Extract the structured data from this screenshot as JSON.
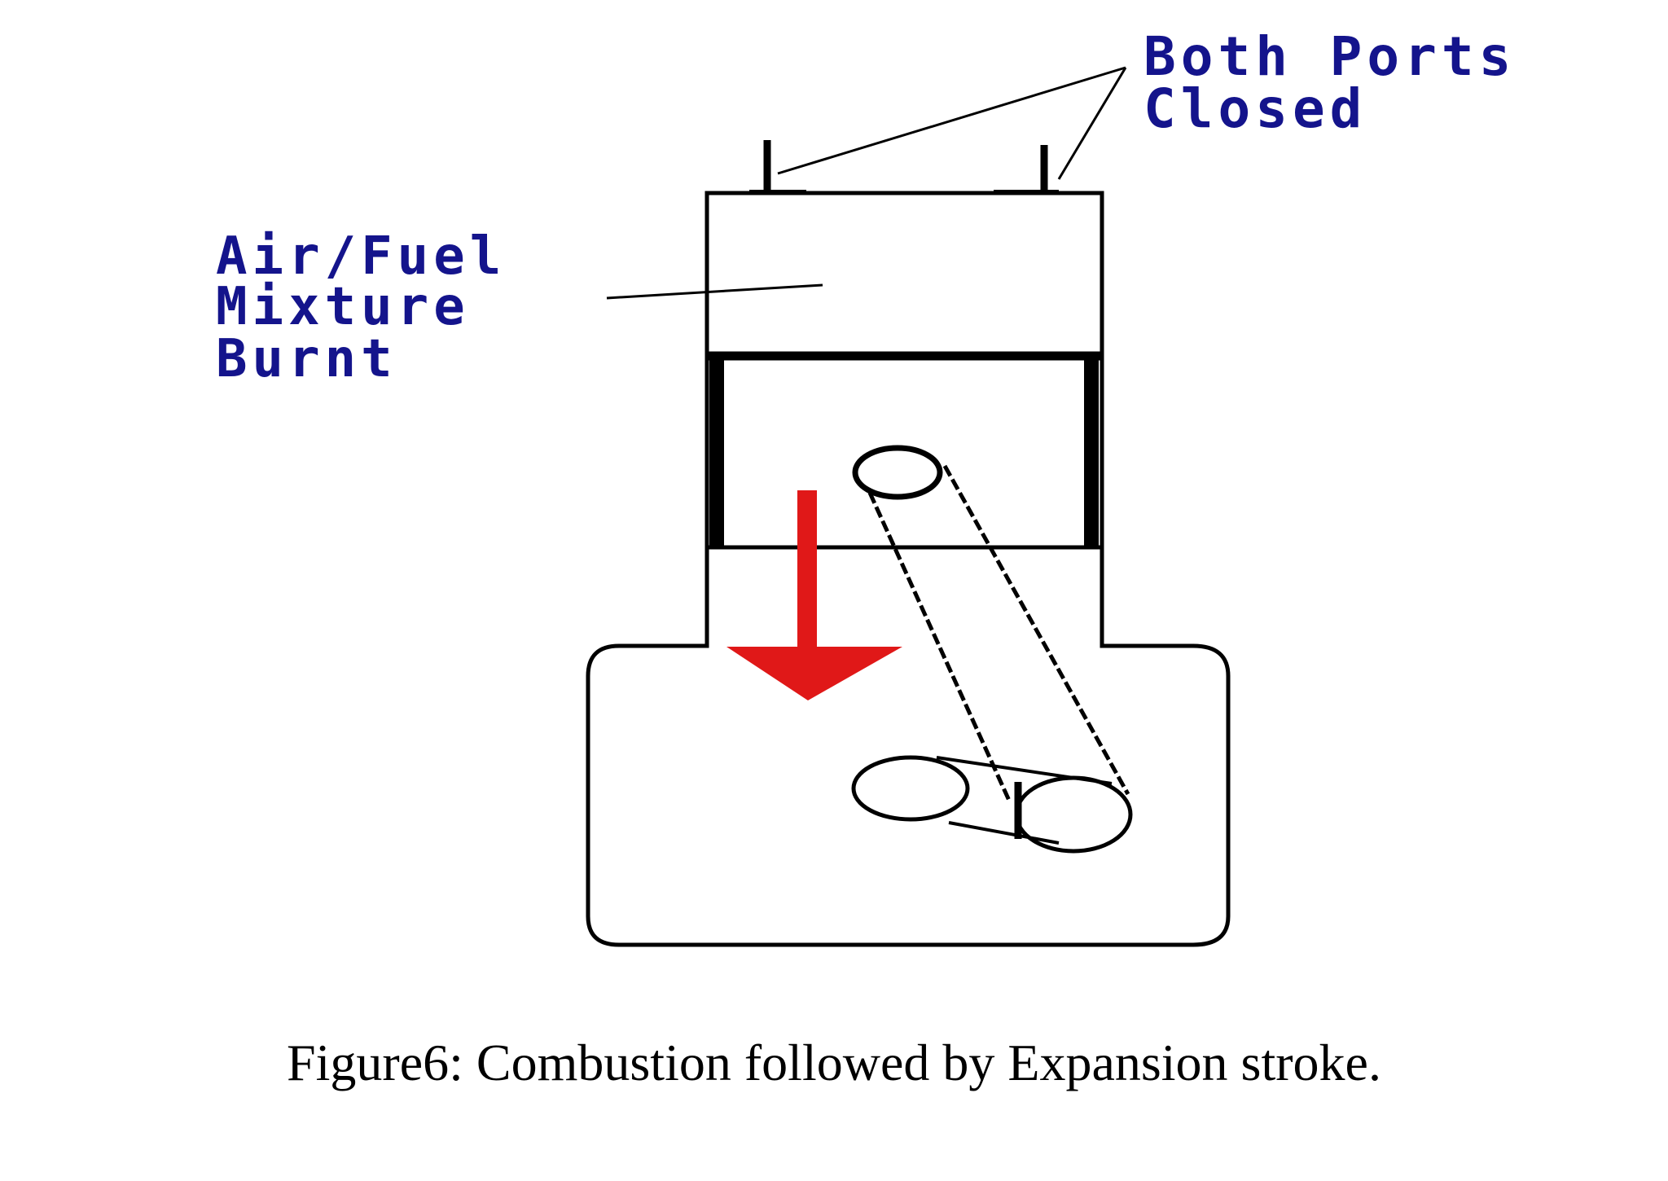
{
  "labels": {
    "ports": {
      "line1": "Both Ports",
      "line2": "Closed"
    },
    "mixture": {
      "line1": "Air/Fuel",
      "line2": "Mixture",
      "line3": "Burnt"
    }
  },
  "caption": "Figure6: Combustion followed by Expansion stroke.",
  "colors": {
    "label_text": "#14148c",
    "arrow": "#e01818",
    "line": "#000000",
    "background": "#ffffff"
  },
  "arrow_direction": "down"
}
